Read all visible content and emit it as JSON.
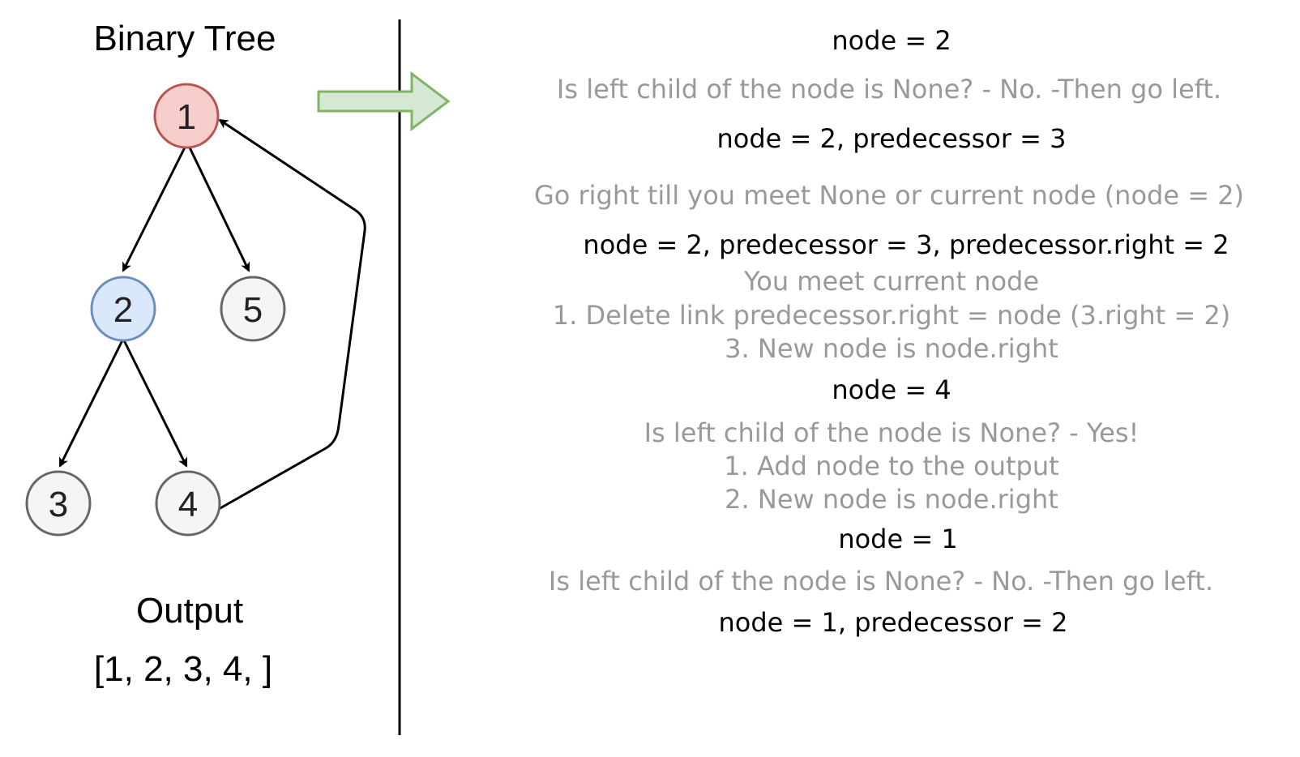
{
  "tree": {
    "title": "Binary Tree",
    "nodes": [
      {
        "id": "1",
        "label": "1",
        "state": "current",
        "fill": "#f8cecc",
        "stroke": "#b85450"
      },
      {
        "id": "2",
        "label": "2",
        "state": "active",
        "fill": "#dae8fc",
        "stroke": "#6c8ebf"
      },
      {
        "id": "5",
        "label": "5",
        "state": "default",
        "fill": "#f5f5f5",
        "stroke": "#666666"
      },
      {
        "id": "3",
        "label": "3",
        "state": "default",
        "fill": "#f5f5f5",
        "stroke": "#666666"
      },
      {
        "id": "4",
        "label": "4",
        "state": "default",
        "fill": "#f5f5f5",
        "stroke": "#666666"
      }
    ],
    "edges": [
      {
        "from": "1",
        "to": "2",
        "kind": "child"
      },
      {
        "from": "1",
        "to": "5",
        "kind": "child"
      },
      {
        "from": "2",
        "to": "3",
        "kind": "child"
      },
      {
        "from": "2",
        "to": "4",
        "kind": "child"
      },
      {
        "from": "4",
        "to": "1",
        "kind": "thread-link"
      }
    ]
  },
  "output": {
    "label": "Output",
    "value": "[1, 2, 3, 4, ]"
  },
  "arrow": {
    "fill": "#d5e8d4",
    "stroke": "#82b366"
  },
  "steps": [
    {
      "text": "node = 2",
      "style": "primary"
    },
    {
      "text": "Is left child of the node is None? - No. -Then go left.",
      "style": "secondary"
    },
    {
      "text": "node = 2, predecessor = 3",
      "style": "primary"
    },
    {
      "text": "Go right till you meet None or current node (node = 2)",
      "style": "secondary"
    },
    {
      "text": "node = 2, predecessor = 3, predecessor.right = 2",
      "style": "primary"
    },
    {
      "text": "You meet current node",
      "style": "secondary"
    },
    {
      "text": "1. Delete link predecessor.right = node (3.right = 2)",
      "style": "secondary"
    },
    {
      "text": "3. New node is node.right",
      "style": "secondary"
    },
    {
      "text": "node = 4",
      "style": "primary"
    },
    {
      "text": "Is left child of the node is None? - Yes!",
      "style": "secondary"
    },
    {
      "text": "1. Add node to the output",
      "style": "secondary"
    },
    {
      "text": "2. New node is node.right",
      "style": "secondary"
    },
    {
      "text": "node = 1",
      "style": "primary"
    },
    {
      "text": "Is left child of the node is None? - No. -Then go left.",
      "style": "secondary"
    },
    {
      "text": "node = 1, predecessor = 2",
      "style": "primary"
    }
  ]
}
